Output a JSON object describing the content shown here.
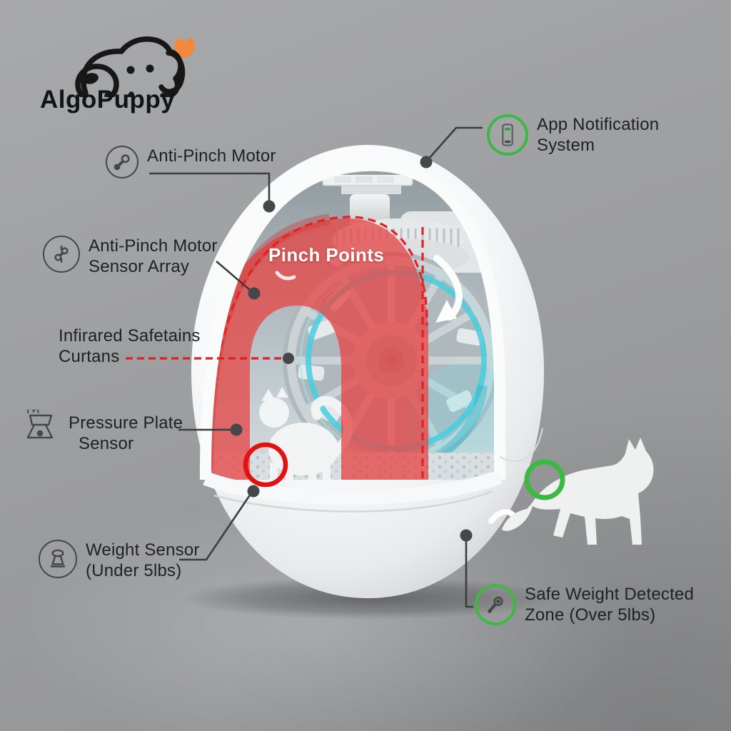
{
  "brand": {
    "name": "AlgoPuppy"
  },
  "illustration": {
    "subject": "smart-litter-box-cutaway",
    "pinch_points_label": "Pinch Points",
    "colors": {
      "hazard_red": "#e64848",
      "safety_dash_red": "#e02020",
      "drum_teal": "#47cede",
      "safe_green": "#3cb943",
      "leader_gray": "#3c3d3f",
      "shell_white": "#f7f8f9",
      "background_gray": "#9d9ea0"
    }
  },
  "callouts": {
    "anti_pinch_motor": {
      "icon": "wrench-icon",
      "line1": "Anti-Pinch Motor"
    },
    "sensor_array": {
      "icon": "sensor-array-icon",
      "line1": "Anti-Pinch Motor",
      "line2": "Sensor Array"
    },
    "infrared_curtains": {
      "line1": "Infirared Safetains",
      "line2": "Curtans"
    },
    "pressure_plate": {
      "icon": "pressure-plate-icon",
      "line1": "Pressure Plate",
      "line2": "Sensor"
    },
    "weight_sensor": {
      "icon": "weight-scale-icon",
      "line1": "Weight Sensor",
      "line2": "(Under 5lbs)"
    },
    "app_notification": {
      "icon": "phone-icon",
      "line1": "App Notification",
      "line2": "System"
    },
    "safe_weight_zone": {
      "icon": "wrench-key-icon",
      "line1": "Safe Weight Detected",
      "line2": "Zone (Over 5lbs)"
    }
  }
}
